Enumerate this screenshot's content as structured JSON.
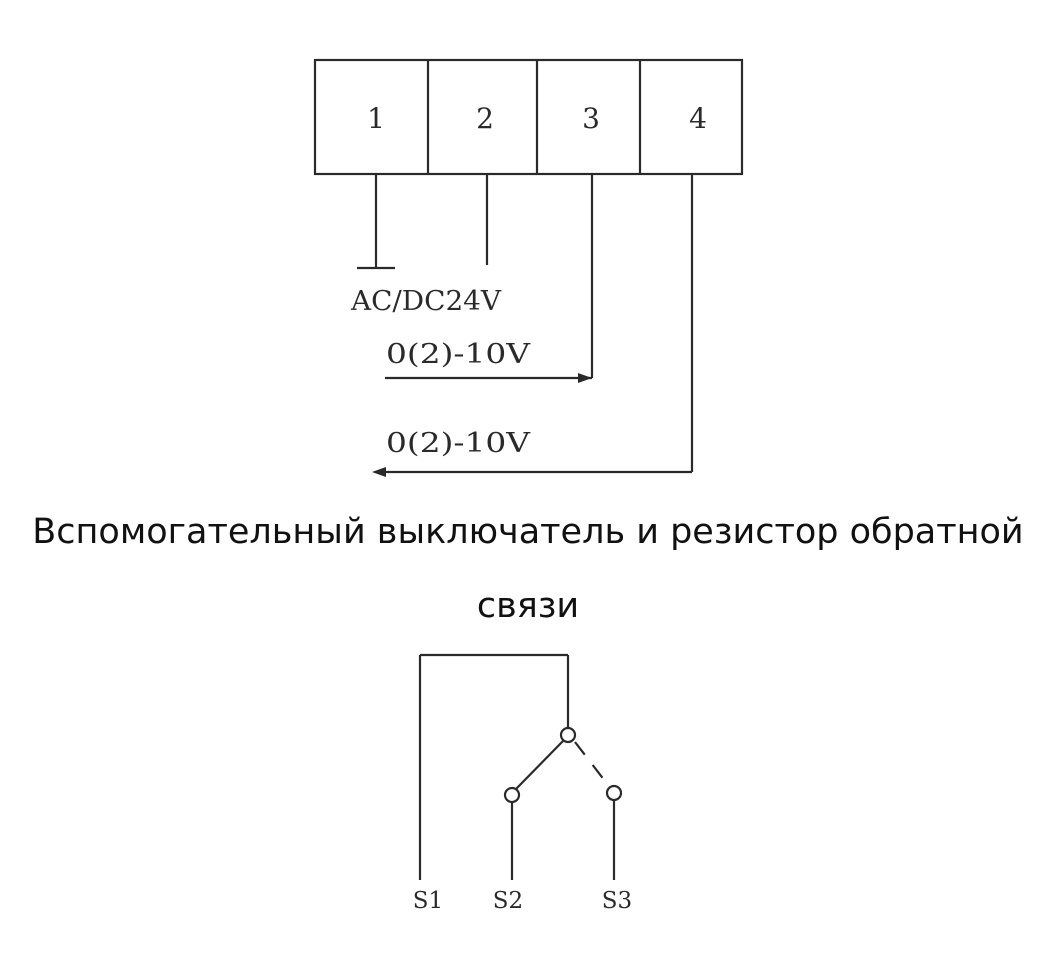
{
  "wiring": {
    "terminals": [
      "1",
      "2",
      "3",
      "4"
    ],
    "power_label": "AC/DC24V",
    "input_label": "0(2)-10V",
    "output_label": "0(2)-10V"
  },
  "caption": {
    "line1": "Вспомогательный выключатель и резистор обратной",
    "line2": "связи"
  },
  "switch": {
    "labels": [
      "S1",
      "S2",
      "S3"
    ]
  }
}
